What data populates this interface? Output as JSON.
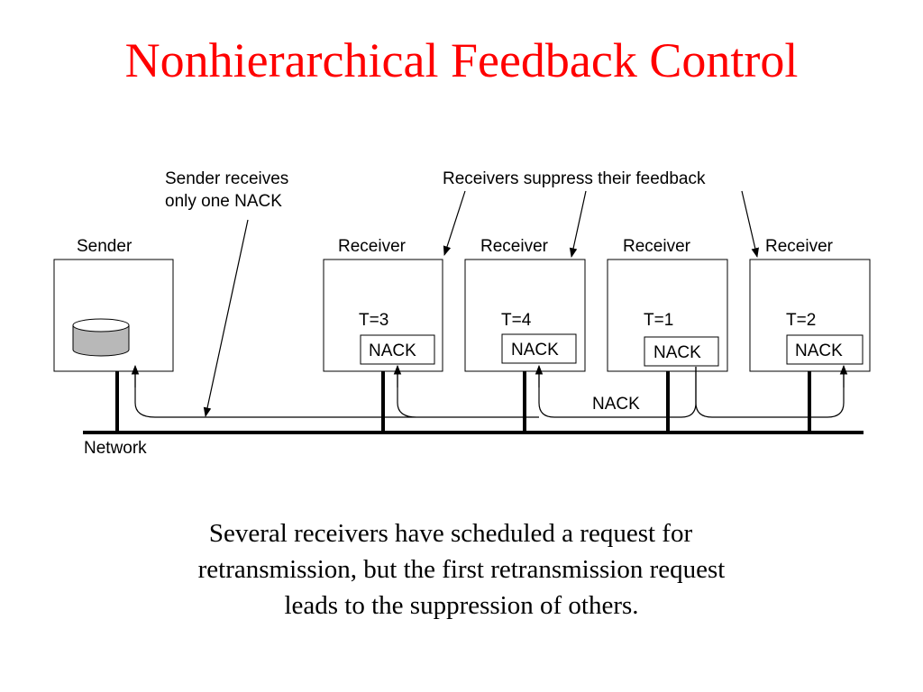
{
  "title": "Nonhierarchical Feedback Control",
  "colors": {
    "title": "#ff0000",
    "lines": "#000000",
    "disk_fill": "#b8b8b8"
  },
  "annotations": {
    "sender_note_line1": "Sender receives",
    "sender_note_line2": "only one NACK",
    "receivers_note": "Receivers suppress their feedback"
  },
  "sender": {
    "label": "Sender",
    "icon": "disk-icon"
  },
  "receivers": [
    {
      "label": "Receiver",
      "timer": "T=3",
      "nack": "NACK"
    },
    {
      "label": "Receiver",
      "timer": "T=4",
      "nack": "NACK"
    },
    {
      "label": "Receiver",
      "timer": "T=1",
      "nack": "NACK"
    },
    {
      "label": "Receiver",
      "timer": "T=2",
      "nack": "NACK"
    }
  ],
  "network_label": "Network",
  "nack_path_label": "NACK",
  "caption": [
    "Several receivers have scheduled a request for",
    "retransmission, but the first retransmission request",
    "leads to the suppression of others."
  ]
}
